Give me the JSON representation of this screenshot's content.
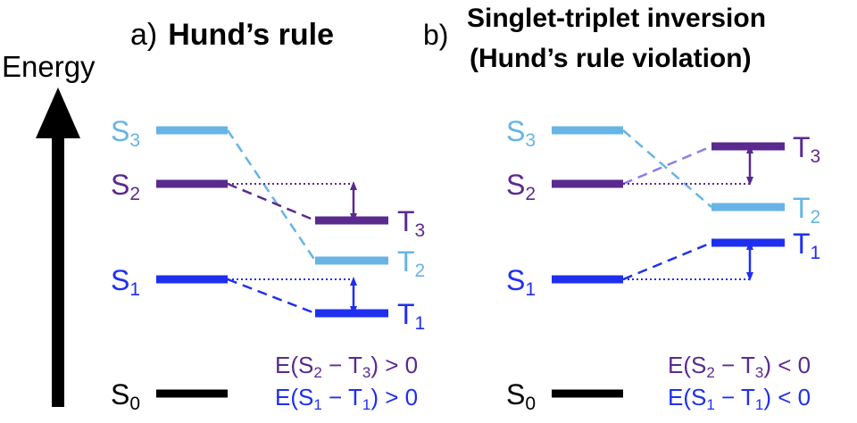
{
  "colors": {
    "black": "#000000",
    "s3_t2_light_blue": "#67b4e5",
    "s2_t3_purple": "#5a2a8f",
    "s1_t1_blue": "#1f2ff0"
  },
  "axis": {
    "label": "Energy",
    "icon": "up-arrow-icon"
  },
  "panel_a": {
    "letter": "a)",
    "title": "Hund’s rule",
    "levels": {
      "S3": {
        "main": "S",
        "sub": "3"
      },
      "S2": {
        "main": "S",
        "sub": "2"
      },
      "S1": {
        "main": "S",
        "sub": "1"
      },
      "S0": {
        "main": "S",
        "sub": "0"
      },
      "T3": {
        "main": "T",
        "sub": "3"
      },
      "T2": {
        "main": "T",
        "sub": "2"
      },
      "T1": {
        "main": "T",
        "sub": "1"
      }
    },
    "relations": {
      "s2_t3": {
        "prefix": "E(S",
        "sub1": "2",
        "mid": " − T",
        "sub2": "3",
        "suffix": ") > 0"
      },
      "s1_t1": {
        "prefix": "E(S",
        "sub1": "1",
        "mid": " − T",
        "sub2": "1",
        "suffix": ") > 0"
      }
    }
  },
  "panel_b": {
    "letter": "b)",
    "title_line1": "Singlet-triplet inversion",
    "title_line2": "(Hund’s rule violation)",
    "levels": {
      "S3": {
        "main": "S",
        "sub": "3"
      },
      "S2": {
        "main": "S",
        "sub": "2"
      },
      "S1": {
        "main": "S",
        "sub": "1"
      },
      "S0": {
        "main": "S",
        "sub": "0"
      },
      "T3": {
        "main": "T",
        "sub": "3"
      },
      "T2": {
        "main": "T",
        "sub": "2"
      },
      "T1": {
        "main": "T",
        "sub": "1"
      }
    },
    "relations": {
      "s2_t3": {
        "prefix": "E(S",
        "sub1": "2",
        "mid": " − T",
        "sub2": "3",
        "suffix": ") < 0"
      },
      "s1_t1": {
        "prefix": "E(S",
        "sub1": "1",
        "mid": " − T",
        "sub2": "1",
        "suffix": ") < 0"
      }
    }
  }
}
